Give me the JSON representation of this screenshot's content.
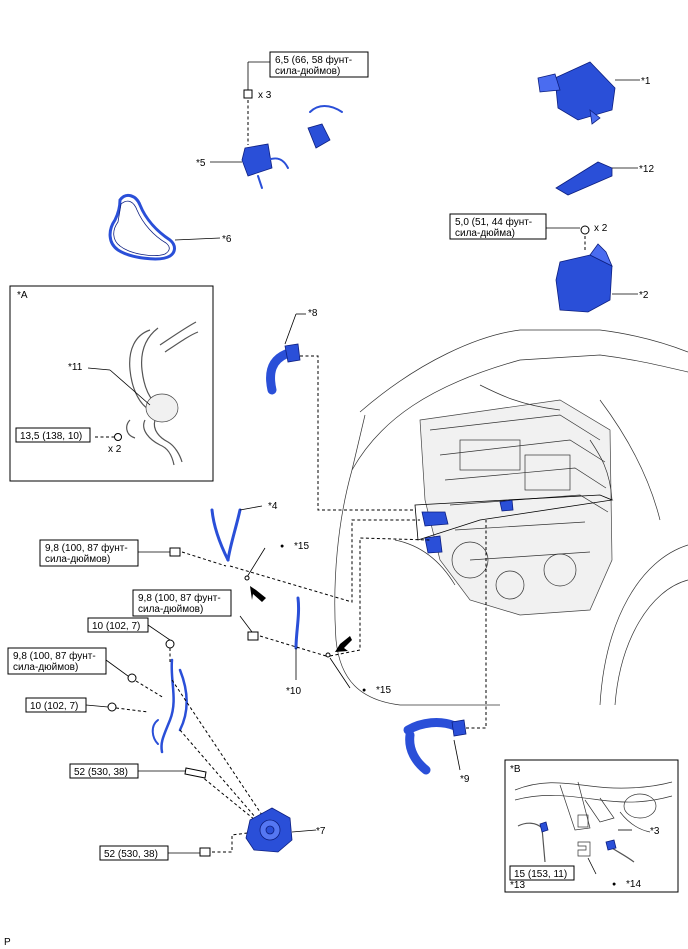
{
  "callouts": {
    "p1": "*1",
    "p2": "*2",
    "p3": "*3",
    "p4": "*4",
    "p5": "*5",
    "p6": "*6",
    "p7": "*7",
    "p8": "*8",
    "p9": "*9",
    "p10": "*10",
    "p11": "*11",
    "p12": "*12",
    "p13": "*13",
    "p14": "*14",
    "p15a": "*15",
    "p15b": "*15",
    "inset_a": "*A",
    "inset_b": "*B"
  },
  "torque": {
    "t1_line1": "6,5 (66, 58 фунт-",
    "t1_line2": "сила-дюймов)",
    "t2_line1": "5,0 (51, 44 фунт-",
    "t2_line2": "сила-дюйма)",
    "t3": "13,5 (138, 10)",
    "t4_line1": "9,8 (100, 87 фунт-",
    "t4_line2": "сила-дюймов)",
    "t5_line1": "9,8 (100, 87 фунт-",
    "t5_line2": "сила-дюймов)",
    "t6": "10 (102, 7)",
    "t7_line1": "9,8 (100, 87 фунт-",
    "t7_line2": "сила-дюймов)",
    "t8": "10 (102, 7)",
    "t9": "52 (530, 38)",
    "t10": "52 (530, 38)",
    "t11": "15 (153, 11)"
  },
  "quantities": {
    "q1": "x 3",
    "q2": "x 2",
    "q3": "x 2"
  },
  "markers": {
    "dot": "●"
  },
  "footer_code": "P"
}
